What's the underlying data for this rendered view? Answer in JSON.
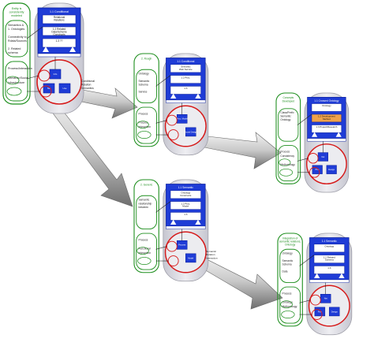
{
  "colors": {
    "blue": "#1f3cd6",
    "blue_dark": "#0a1f9e",
    "green": "#1f8f1f",
    "red": "#d61a1a",
    "capsule": "#dcdce4",
    "arrow_light": "#f2f2f2",
    "arrow_dark": "#7a7a7a",
    "orange": "#f0a24a"
  },
  "panels": [
    {
      "id": "p1",
      "green_header_lines": [
        "Entity is",
        "consistently",
        "modeled"
      ],
      "green_top_lines": [
        "Semantics &",
        "1. Ontologies",
        "",
        "Connectivity to",
        "Rdata/Sources",
        "",
        "2. Related",
        "schema"
      ],
      "green_bottom_lines": [
        "Process/Interaction",
        "",
        "Semantic/Social",
        "Infrastructure"
      ],
      "blue_title": "1.1 Conditional",
      "blue_boxes": [
        [
          "Relational",
          "Relations"
        ],
        [
          "1.2 Related",
          "Data/Scheme",
          "Constructs"
        ],
        [
          "1.3 ??"
        ]
      ],
      "node_labels": [
        "Info",
        "Use",
        "Net"
      ],
      "side_note": [
        "Conditional",
        "Relation",
        "Semantics"
      ]
    },
    {
      "id": "p2",
      "green_header_lines": [
        "2. Rough"
      ],
      "green_top_lines": [
        "Ontology",
        "",
        "Semantic",
        "Schema",
        "",
        "Service"
      ],
      "green_bottom_lines": [
        "Process",
        "",
        "Process",
        "Interaction"
      ],
      "blue_title": "1.1 Conditional",
      "blue_boxes": [
        [
          "Semantic",
          "Web Service"
        ],
        [
          "1.2 Proc."
        ],
        [
          "1.3"
        ]
      ],
      "node_labels": [
        "Proc. Model",
        "Social Design"
      ],
      "side_note": []
    },
    {
      "id": "p3",
      "green_header_lines": [
        "Concepts",
        "Developed"
      ],
      "green_top_lines": [
        "Class/Prefix",
        "Semantic",
        "Ontology"
      ],
      "green_bottom_lines": [
        "Process",
        "Consistency",
        "",
        "Methodology"
      ],
      "blue_title": "1.1 Crossed Ontology",
      "blue_boxes": [
        [
          "Ontology"
        ],
        [
          "1.2 Development",
          "Method"
        ],
        [
          "1.3 Project/Research"
        ]
      ],
      "node_labels": [
        "Net",
        "Design",
        "Proc"
      ],
      "side_note": []
    },
    {
      "id": "p4",
      "green_header_lines": [
        "2. Generic"
      ],
      "green_top_lines": [
        "Semantic",
        "relationship",
        "between"
      ],
      "green_bottom_lines": [
        "Process",
        "",
        "Functional",
        "Interaction"
      ],
      "blue_title": "1.1 Semantic",
      "blue_boxes": [
        [
          "Ontology",
          "Constructs"
        ],
        [
          "1.2 Proc.",
          "Model"
        ],
        [
          "1.3"
        ]
      ],
      "node_labels": [
        "Process",
        "Model"
      ],
      "side_note": [
        "Semantic",
        "Relation",
        "Interaction"
      ]
    },
    {
      "id": "p5",
      "green_header_lines": [
        "Integration of",
        "semantic relations,",
        "Ontology"
      ],
      "green_top_lines": [
        "Ontology",
        "",
        "Semantic",
        "Schema",
        "",
        "Data"
      ],
      "green_bottom_lines": [
        "Process",
        "",
        "Ontology",
        "Methodology"
      ],
      "blue_title": "1.1 Semantic",
      "blue_boxes": [
        [
          "Ontology"
        ],
        [
          "1.2 Related",
          "Schema"
        ],
        [
          "1.3"
        ]
      ],
      "node_labels": [
        "Net",
        "Design",
        "Proc"
      ],
      "side_note": []
    }
  ]
}
